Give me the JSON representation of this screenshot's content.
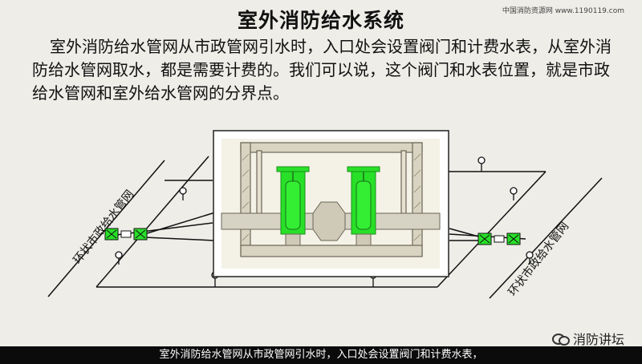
{
  "slide": {
    "title": "室外消防给水系统",
    "site_credit": "中国消防资源网 www.1190119.com",
    "paragraph": "室外消防给水管网从市政管网引水时，入口处会设置阀门和计费水表，从室外消防给水管网取水，都是需要计费的。我们可以说，这个阀门和水表位置，就是市政给水管网和室外给水管网的分界点。",
    "left_pipe_label": "环状市政给水管网",
    "right_pipe_label": "环状市政给水管网",
    "watermark_text": "消防讲坛",
    "caption": "室外消防给水管网从市政管网引水时，入口处会设置阀门和计费水表，"
  },
  "colors": {
    "highlight": "#28e028",
    "pipe_line": "#111111",
    "caption_bg": "#0b0b0b"
  }
}
